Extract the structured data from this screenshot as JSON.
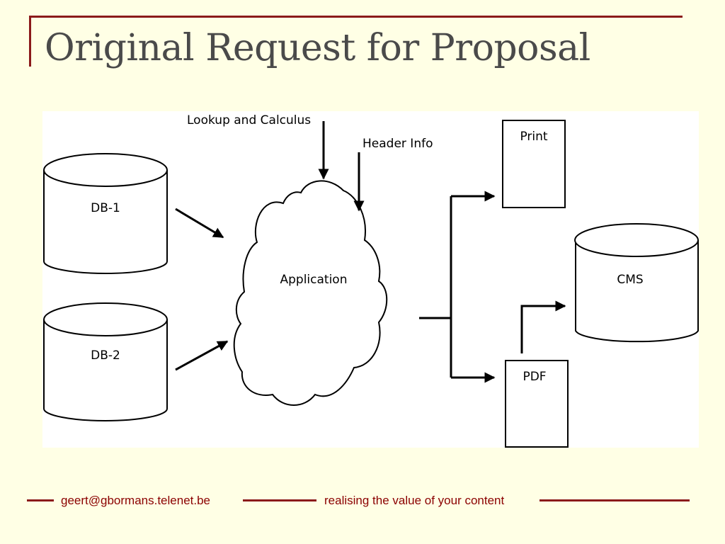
{
  "slide": {
    "title": "Original Request for Proposal"
  },
  "diagram": {
    "nodes": {
      "db1": "DB-1",
      "db2": "DB-2",
      "application": "Application",
      "print": "Print",
      "pdf": "PDF",
      "cms": "CMS"
    },
    "inputs": {
      "lookup": "Lookup and Calculus",
      "header": "Header Info"
    }
  },
  "footer": {
    "email": "geert@gbormans.telenet.be",
    "tagline": "realising the value of your content"
  },
  "colors": {
    "background": "#ffffe5",
    "accent": "#8b1a1a",
    "title_text": "#4a4a4a",
    "footer_text": "#8b0000"
  }
}
